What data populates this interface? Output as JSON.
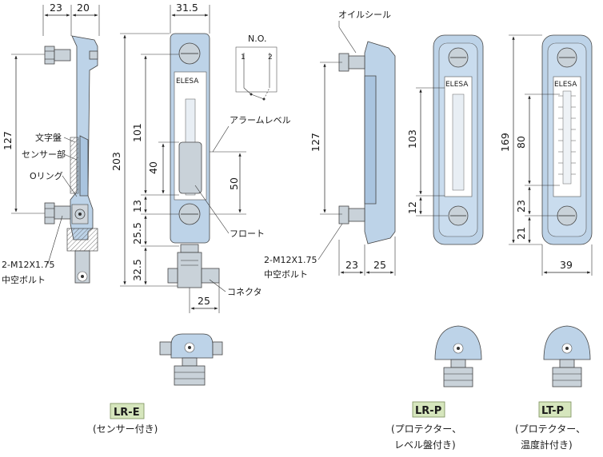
{
  "drawing": {
    "dims": {
      "d23_top": "23",
      "d20": "20",
      "d31_5": "31.5",
      "d127_left": "127",
      "d203": "203",
      "d101": "101",
      "d40": "40",
      "d50": "50",
      "d13": "13",
      "d25_5": "25.5",
      "d32_5": "32.5",
      "d25_bottom": "25",
      "d127_mid": "127",
      "d103": "103",
      "d12": "12",
      "d23_mid": "23",
      "d25_mid": "25",
      "d169": "169",
      "d80": "80",
      "d23_right": "23",
      "d21": "21",
      "d39": "39"
    },
    "labels": {
      "oil_seal": "オイルシール",
      "no_contact": "N.O.",
      "contact_1": "1",
      "contact_2": "2",
      "alarm_level": "アラームレベル",
      "dial": "文字盤",
      "sensor": "センサー部",
      "oring": "Oリング",
      "bolt_left_1": "2-M12X1.75",
      "bolt_left_2": "中空ボルト",
      "float": "フロート",
      "connector": "コネクタ",
      "bolt_mid_1": "2-M12X1.75",
      "bolt_mid_2": "中空ボルト",
      "brand": "ELESA"
    },
    "variants": [
      {
        "code": "LR-E",
        "caption": [
          "(センサー付き)"
        ]
      },
      {
        "code": "LR-P",
        "caption": [
          "(プロテクター、",
          "レベル盤付き)"
        ]
      },
      {
        "code": "LT-P",
        "caption": [
          "(プロテクター、",
          "温度計付き)"
        ]
      }
    ]
  }
}
